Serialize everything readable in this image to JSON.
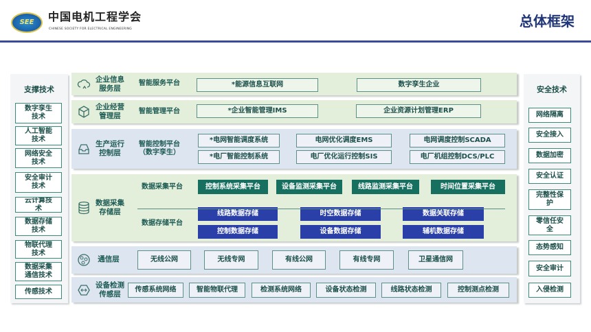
{
  "header": {
    "org_cn": "中国电机工程学会",
    "org_en": "CHINESE SOCIETY FOR ELECTRICAL ENGINEERING",
    "logo_text": "SEE",
    "title": "总体框架"
  },
  "left_panel": {
    "title": "支撑技术",
    "items": [
      "数字孪生技术",
      "人工智能技术",
      "网络安全技术",
      "安全审计技术",
      "云计算技术",
      "数据存储技术",
      "物联代理技术",
      "数据采集通信技术",
      "传感技术"
    ]
  },
  "right_panel": {
    "title": "安全技术",
    "items": [
      "网络隔离",
      "安全接入",
      "数据加密",
      "安全认证",
      "完整性保护",
      "零信任安全",
      "态势感知",
      "安全审计",
      "入侵检测"
    ]
  },
  "layers": [
    {
      "name": "企业信息服务层",
      "icon": "cloud-icon",
      "platforms": [
        {
          "label": "智能服务平台",
          "items": [
            "*能源信息互联网",
            "数字孪生企业"
          ]
        }
      ]
    },
    {
      "name": "企业经营管理层",
      "icon": "box-icon",
      "platforms": [
        {
          "label": "智能管理平台",
          "items": [
            "*企业智能管理IMS",
            "企业资源计划管理ERP"
          ]
        }
      ]
    },
    {
      "name": "生产运行控制层",
      "icon": "inbox-icon",
      "platforms": [
        {
          "label": "智能控制平台（数字孪生）",
          "items": [
            "*电网智能调度系统",
            "电网优化调度EMS",
            "电网调度控制SCADA",
            "*电厂智能控制系统",
            "电厂优化运行控制SIS",
            "电厂机组控制DCS/PLC"
          ]
        }
      ]
    },
    {
      "name": "数据采集存储层",
      "icon": "database-icon",
      "platforms": [
        {
          "label": "数据采集平台",
          "items": [
            "控制系统采集平台",
            "设备监测采集平台",
            "线路监测采集平台",
            "时间位置采集平台"
          ]
        },
        {
          "label": "数据存储平台",
          "items": [
            "线路数据存储",
            "时空数据存储",
            "数据关联存储",
            "控制数据存储",
            "设备数据存储",
            "辅机数据存储"
          ]
        }
      ]
    },
    {
      "name": "通信层",
      "icon": "network-icon",
      "platforms": [
        {
          "label": "",
          "items": [
            "无线公网",
            "无线专网",
            "有线公网",
            "有线专网",
            "卫星通信网"
          ]
        }
      ]
    },
    {
      "name": "设备检测传感层",
      "icon": "sensor-icon",
      "platforms": [
        {
          "label": "",
          "items": [
            "传感系统网络",
            "智能物联代理",
            "检测系统网络",
            "设备状态检测",
            "线路状态检测",
            "控制测点检测"
          ]
        }
      ]
    }
  ],
  "colors": {
    "title": "#1f3578",
    "teal": "#17705f",
    "navy": "#2a40a8",
    "green_layer": "#e3eedb",
    "blue_layer": "#dde5f1"
  }
}
